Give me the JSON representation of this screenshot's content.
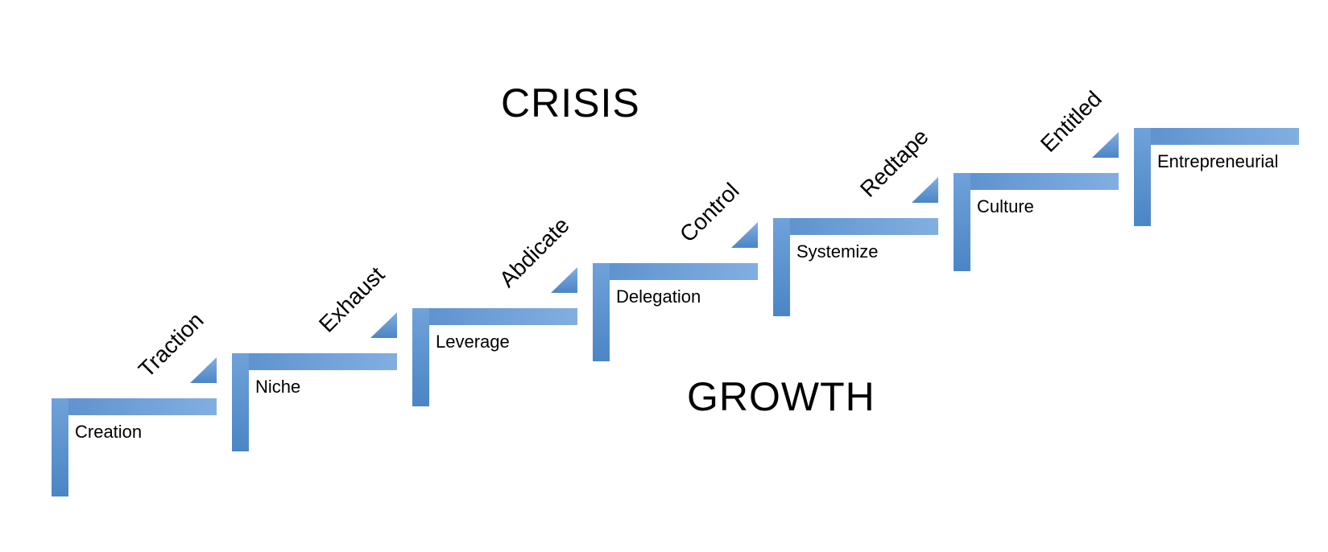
{
  "titles": {
    "crisis": "CRISIS",
    "growth": "GROWTH"
  },
  "stages": [
    {
      "label": "Creation"
    },
    {
      "label": "Niche"
    },
    {
      "label": "Leverage"
    },
    {
      "label": "Delegation"
    },
    {
      "label": "Systemize"
    },
    {
      "label": "Culture"
    },
    {
      "label": "Entrepreneurial"
    }
  ],
  "crises": [
    "Traction",
    "Exhaust",
    "Abdicate",
    "Control",
    "Redtape",
    "Entitled"
  ],
  "colors": {
    "background": "#ffffff",
    "text": "#000000",
    "bar_light": "#82afe1",
    "bar_mid": "#6fa2d9",
    "bar_dark": "#5b90cd",
    "bar_dark2": "#4b85c5"
  }
}
